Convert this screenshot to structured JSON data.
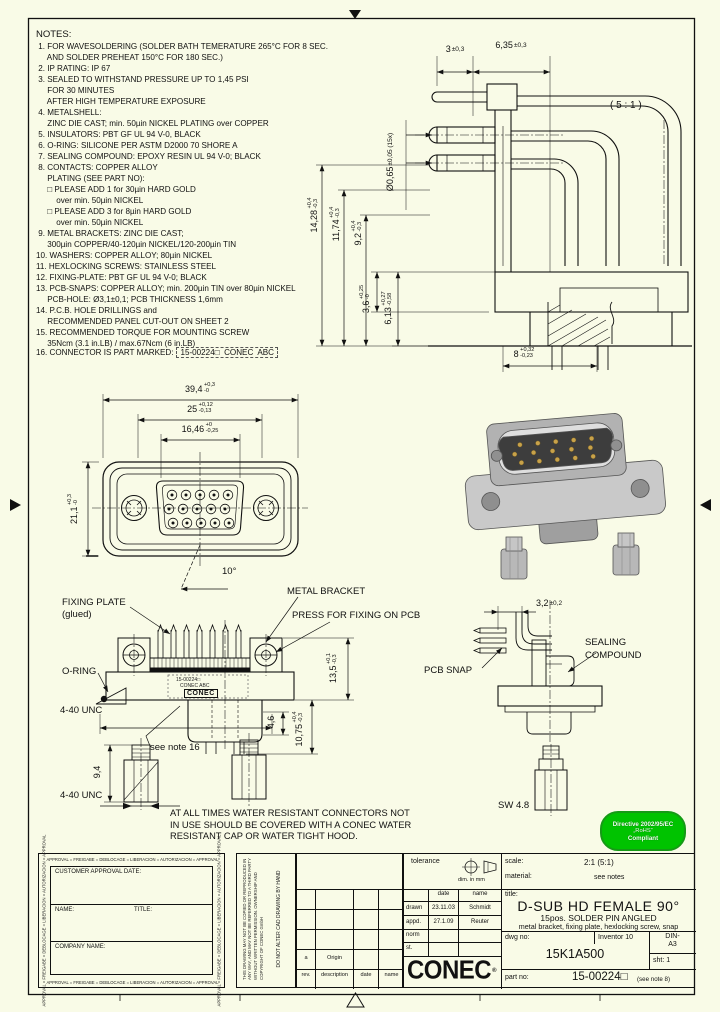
{
  "sheet": {
    "notes_title": "NOTES:",
    "notes": [
      " 1. FOR WAVESOLDERING (SOLDER BATH TEMERATURE 265°C FOR 8 SEC.",
      "     AND SOLDER PREHEAT 150°C FOR 180 SEC.)",
      " 2. IP RATING: IP 67",
      " 3. SEALED TO WITHSTAND PRESSURE UP TO 1,45 PSI",
      "     FOR 30 MINUTES",
      "     AFTER HIGH TEMPERATURE EXPOSURE",
      " 4. METALSHELL:",
      "     ZINC DIE CAST; min. 50µin NICKEL PLATING over COPPER",
      " 5. INSULATORS: PBT GF UL 94 V-0, BLACK",
      " 6. O-RING: SILICONE PER ASTM D2000 70 SHORE A",
      " 7. SEALING COMPOUND: EPOXY RESIN UL 94 V-0; BLACK",
      " 8. CONTACTS: COPPER ALLOY",
      "     PLATING (SEE PART NO):",
      "     □ PLEASE ADD 1 for 30µin HARD GOLD",
      "         over min. 50µin NICKEL",
      "     □ PLEASE ADD 3 for 8µin HARD GOLD",
      "         over min. 50µin NICKEL",
      " 9. METAL BRACKETS: ZINC DIE CAST;",
      "     300µin COPPER/40-120µin NICKEL/120-200µin TIN",
      "10. WASHERS: COPPER ALLOY; 80µin NICKEL",
      "11. HEXLOCKING SCREWS: STAINLESS STEEL",
      "12. FIXING-PLATE: PBT GF UL 94 V-0; BLACK",
      "13. PCB-SNAPS: COPPER ALLOY; min. 200µin TIN over 80µin NICKEL",
      "     PCB-HOLE: Ø3,1±0,1; PCB THICKNESS 1,6mm",
      "14. P.C.B. HOLE DRILLINGS and",
      "     RECOMMENDED PANEL CUT-OUT ON SHEET 2",
      "15. RECOMMENDED TORQUE FOR MOUNTING SCREW",
      "     35Ncm (3.1 in.LB) / max.67Ncm (6 in.LB)"
    ],
    "note16_prefix": "16. CONNECTOR IS PART MARKED:",
    "note16_marked": "15-00224□  CONEC  ABC"
  },
  "section_view": {
    "scale_label": "( 5 : 1 )",
    "dims": {
      "d3": {
        "v": "3",
        "pm": "±0,3"
      },
      "d635": {
        "v": "6,35",
        "pm": "±0,3"
      },
      "d065": {
        "v": "Ø0,65",
        "pm": "±0,05 (15x)"
      },
      "d1428": {
        "v": "14,28",
        "tu": "+0,4",
        "td": "-0,3"
      },
      "d1174": {
        "v": "11,74",
        "tu": "+0,4",
        "td": "-0,3"
      },
      "d92": {
        "v": "9,2",
        "tu": "+0,4",
        "td": "-0,3"
      },
      "d36": {
        "v": "3,6",
        "tu": "+0,25",
        "td": "-0"
      },
      "d613": {
        "v": "6,13",
        "tu": "+0,27",
        "td": "-0,58"
      },
      "d8": {
        "v": "8",
        "tu": "+0,32",
        "td": "-0,23"
      }
    }
  },
  "front_view": {
    "dims": {
      "d394": {
        "v": "39,4",
        "tu": "+0,3",
        "td": "-0"
      },
      "d25": {
        "v": "25",
        "tu": "+0,12",
        "td": "-0,13"
      },
      "d1646": {
        "v": "16,46",
        "tu": "+0",
        "td": "-0,25"
      },
      "d211": {
        "v": "21,1",
        "tu": "+0,3",
        "td": "-0"
      },
      "angle": "10°"
    }
  },
  "side_view": {
    "labels": {
      "fixing_plate": "FIXING PLATE",
      "glued": "(glued)",
      "metal_bracket": "METAL BRACKET",
      "press_fix": "PRESS FOR FIXING ON PCB",
      "o_ring": "O-RING",
      "unc_top": "4-40 UNC",
      "unc_bottom": "4-40 UNC",
      "see_note": "see note 16"
    },
    "marking": {
      "line1": "15-00224□",
      "line2": "CONEC ABC",
      "logo": "CONEC"
    },
    "dims": {
      "d135": {
        "v": "13,5",
        "tu": "+0,1",
        "td": "-0,3"
      },
      "d46": {
        "v": "4,6"
      },
      "d1075": {
        "v": "10,75",
        "tu": "+0,4",
        "td": "-0,3"
      },
      "d94": {
        "v": "9,4"
      }
    }
  },
  "detail_view": {
    "labels": {
      "sealing_1": "SEALING",
      "sealing_2": "COMPOUND",
      "pcb_snap": "PCB SNAP",
      "sw": "SW 4.8"
    },
    "dims": {
      "d32": {
        "v": "3,2",
        "pm": "±0,2"
      }
    }
  },
  "warning": [
    "AT ALL TIMES WATER RESISTANT CONNECTORS NOT",
    "IN USE SHOULD BE COVERED WITH A CONEC WATER",
    "RESISTANT CAP OR WATER TIGHT HOOD."
  ],
  "badge": {
    "line1": "Directive 2002/95/EC",
    "line2": "„RoHS“",
    "line3": "Compliant",
    "color": "#00c300"
  },
  "title_block": {
    "tolerance_label": "tolerance",
    "dim_unit": "dim. in mm",
    "scale_label": "scale:",
    "scale_value": "2:1 (5:1)",
    "material_label": "material:",
    "material_value": "see notes",
    "title_label": "title:",
    "title_main": "D-SUB HD FEMALE 90°",
    "title_sub": "15pos. SOLDER PIN ANGLED",
    "title_desc": "metal bracket, fixing plate, hexlocking screw, snap",
    "cols": {
      "date": "date",
      "name": "name"
    },
    "rows": [
      {
        "label": "drawn",
        "date": "23.11.03",
        "name": "Schmidt"
      },
      {
        "label": "appd.",
        "date": "27.1.09",
        "name": "Reuter"
      },
      {
        "label": "norm",
        "date": "",
        "name": ""
      },
      {
        "label": "st.",
        "date": "",
        "name": ""
      }
    ],
    "dwg_label": "dwg no:",
    "dwg_value": "15K1A500",
    "cad_system": "Inventor 10",
    "paper_1": "DIN-",
    "paper_2": "A3",
    "sheet_label": "sht: 1",
    "part_label": "part no:",
    "part_value": "15-00224□",
    "part_note": "(see note 8)",
    "logo_text": "CONEC",
    "logo_reg": "®",
    "revision": {
      "rev_header": "rev.",
      "desc_header": "description",
      "date_header": "date",
      "name_header": "name",
      "rev_value": "a",
      "desc_value": "Origin"
    },
    "approval": {
      "border_text": "APPROVAL = FREIGABE = DEBLOCAGE = LIBERACION = AUTORIZACION = APPROVAL",
      "customer_line": "CUSTOMER APPROVAL DATE:",
      "name_label": "NAME:",
      "title_label": "TITLE:",
      "company_label": "COMPANY NAME:"
    },
    "disclaimer_copy": "THIS DRAWING MAY NOT BE COPIED OR REPRODUCED IN ANY WAY, AND MAY NOT BE REFERRED TO A THIRD PARTY WITHOUT WRITTEN PERMISSION. OWNERSHIP AND COPYRIGHT OF CONEC GmbH",
    "disclaimer_cad": "DO NOT ALTER CAD DRAWING BY HAND"
  }
}
